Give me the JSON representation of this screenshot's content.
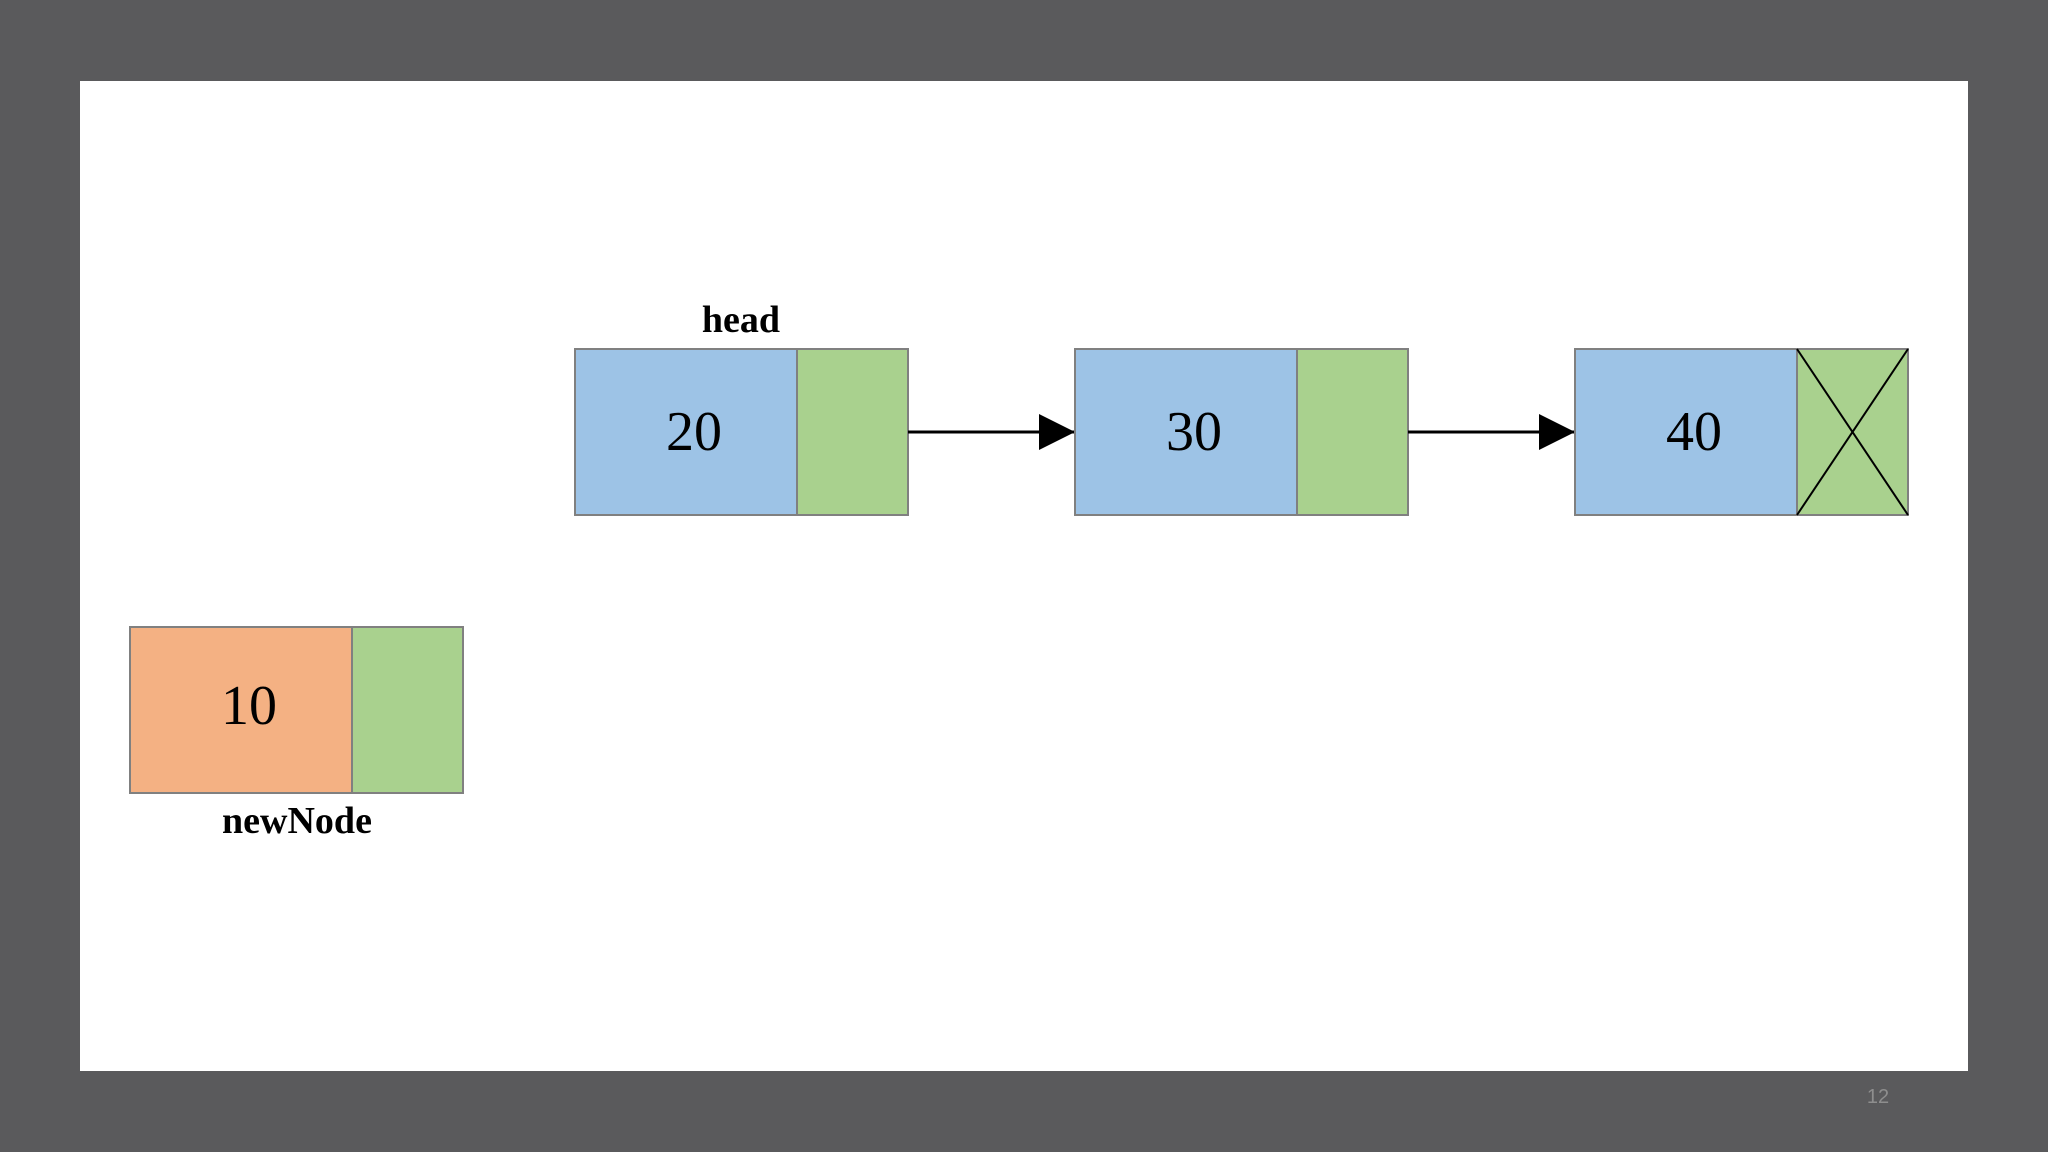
{
  "colors": {
    "background": "#5a5a5c",
    "slide": "#ffffff",
    "node_data": "#9dc3e6",
    "new_node_data": "#f4b183",
    "node_pointer": "#a9d18e",
    "border": "#808080",
    "arrow": "#000000"
  },
  "labels": {
    "head": "head",
    "new_node": "newNode"
  },
  "list_nodes": [
    {
      "value": "20",
      "next_is_null": false
    },
    {
      "value": "30",
      "next_is_null": false
    },
    {
      "value": "40",
      "next_is_null": true
    }
  ],
  "new_node": {
    "value": "10"
  },
  "slide_number": "12"
}
